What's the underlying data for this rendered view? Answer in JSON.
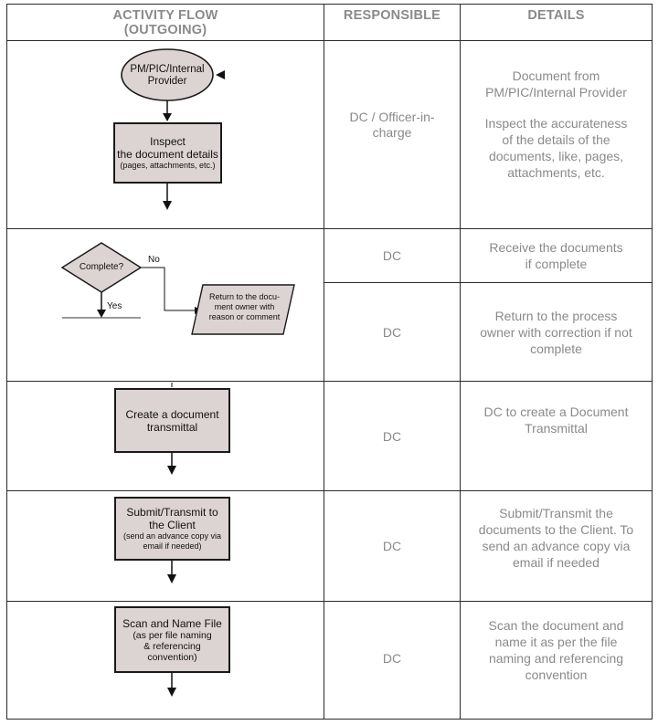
{
  "headers": {
    "activity_flow": "ACTIVITY FLOW\n(OUTGOING)",
    "activity_flow_line1": "ACTIVITY FLOW",
    "activity_flow_line2": "(OUTGOING)",
    "responsible": "RESPONSIBLE",
    "details": "DETAILS"
  },
  "rows": [
    {
      "flow": {
        "start_ellipse_line1": "PM/PIC/Internal",
        "start_ellipse_line2": "Provider",
        "box_title_line1": "Inspect",
        "box_title_line2": "the document details",
        "box_sub": "(pages, attachments, etc.)"
      },
      "responsible_line1": "DC / Officer-in-",
      "responsible_line2": "charge",
      "details_p1_line1": "Document from",
      "details_p1_line2": "PM/PIC/Internal Provider",
      "details_p2_line1": "Inspect the accurateness",
      "details_p2_line2": "of the details of the",
      "details_p2_line3": "documents, like, pages,",
      "details_p2_line4": "attachments, etc."
    },
    {
      "flow": {
        "decision": "Complete?",
        "no_label": "No",
        "yes_label": "Yes",
        "parallelogram_line1": "Return to the docu-",
        "parallelogram_line2": "ment owner with",
        "parallelogram_line3": "reason or comment"
      },
      "sub_a": {
        "responsible": "DC",
        "details_line1": "Receive the documents",
        "details_line2": "if complete"
      },
      "sub_b": {
        "responsible": "DC",
        "details_line1": "Return to the process",
        "details_line2": "owner with correction if not",
        "details_line3": "complete"
      }
    },
    {
      "flow": {
        "box_line1": "Create a document",
        "box_line2": "transmittal"
      },
      "responsible": "DC",
      "details_line1": "DC to create a Document",
      "details_line2": "Transmittal"
    },
    {
      "flow": {
        "box_line1": "Submit/Transmit to",
        "box_line2": "the Client",
        "box_sub1": "(send an advance copy via",
        "box_sub2": "email if needed)"
      },
      "responsible": "DC",
      "details_line1": "Submit/Transmit the",
      "details_line2": "documents to the Client. To",
      "details_line3": "send an advance copy via",
      "details_line4": "email if needed"
    },
    {
      "flow": {
        "box_line1": "Scan and Name File",
        "box_sub1": "(as per file naming",
        "box_sub2": "& referencing",
        "box_sub3": "convention)"
      },
      "responsible": "DC",
      "details_line1": "Scan the document and",
      "details_line2": "name it as per the file",
      "details_line3": "naming and referencing",
      "details_line4": "convention"
    }
  ],
  "colors": {
    "box_fill": "#dcd3d3",
    "text_gray": "#8a8a8a",
    "border": "#1a1a1a"
  }
}
